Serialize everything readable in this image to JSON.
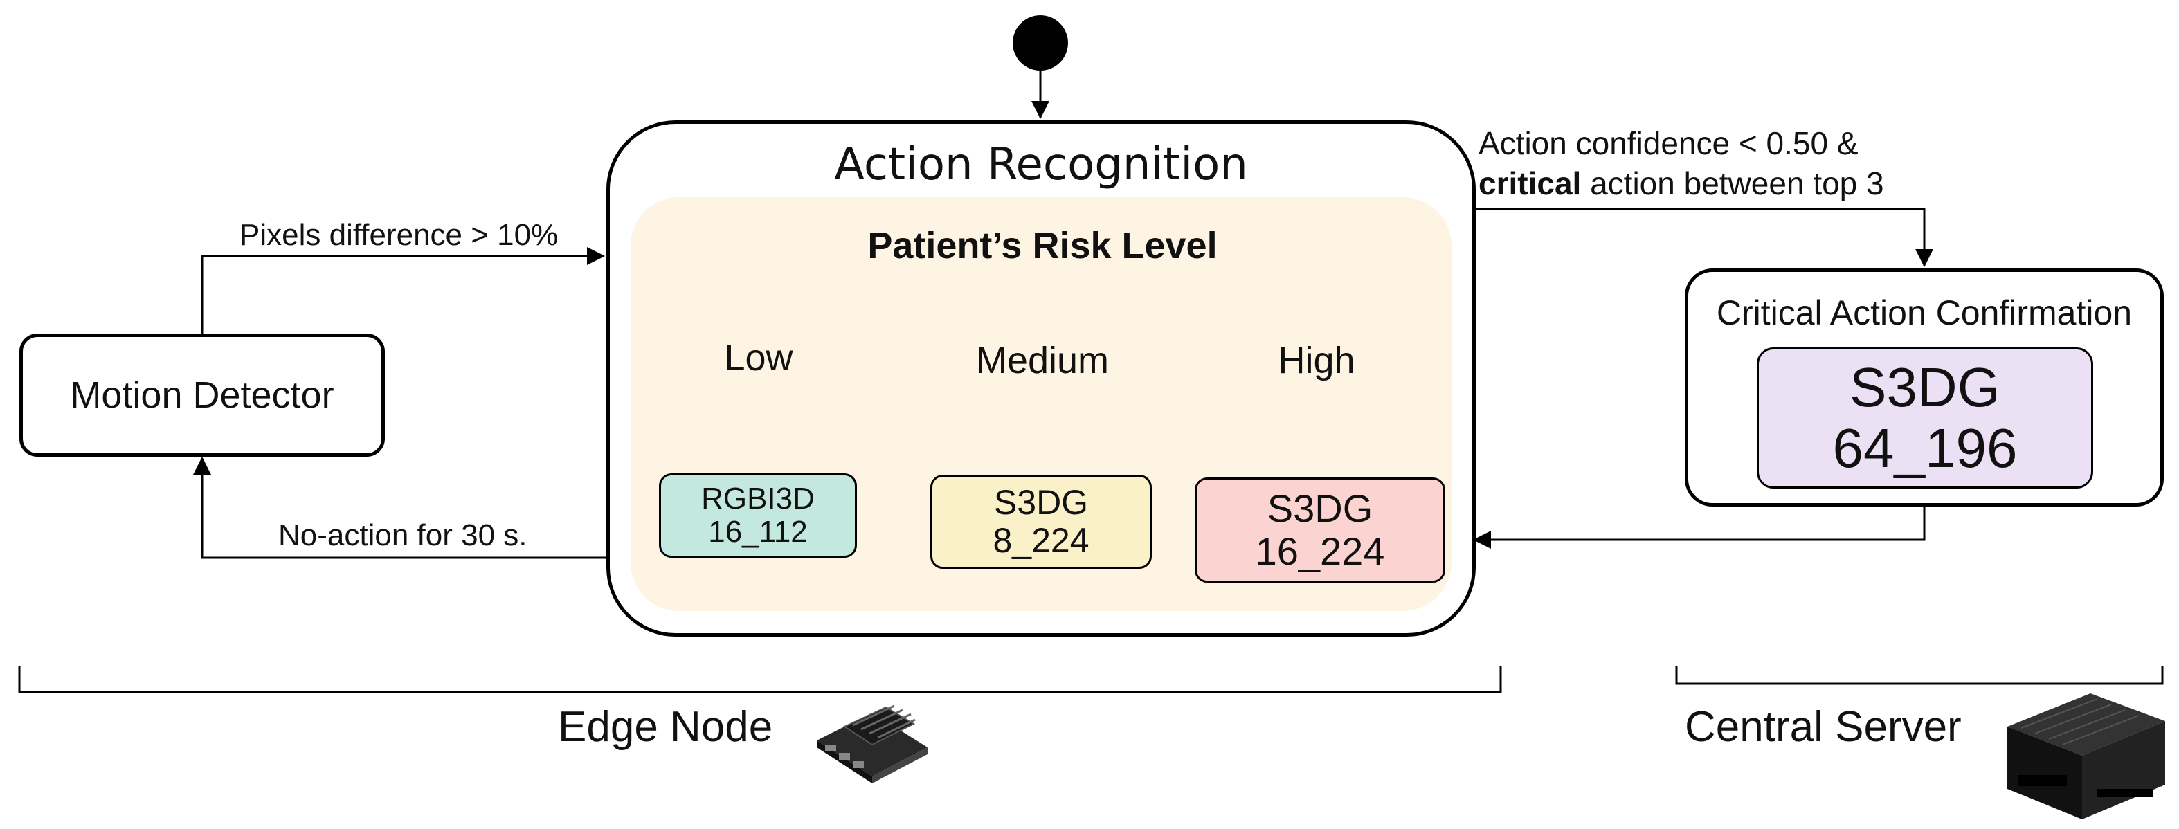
{
  "main": {
    "title": "Action Recognition",
    "risk_title": "Patient’s Risk Level",
    "levels": [
      {
        "label": "Low",
        "model_line1": "RGBI3D",
        "model_line2": "16_112",
        "color": "#c3e8de"
      },
      {
        "label": "Medium",
        "model_line1": "S3DG",
        "model_line2": "8_224",
        "color": "#fbf1c9"
      },
      {
        "label": "High",
        "model_line1": "S3DG",
        "model_line2": "16_224",
        "color": "#fbd4d2"
      }
    ],
    "panel_color": "#fdf4e3"
  },
  "motion_detector": {
    "label": "Motion Detector"
  },
  "critical": {
    "title": "Critical Action Confirmation",
    "model_line1": "S3DG",
    "model_line2": "64_196",
    "color": "#ece0f5"
  },
  "edges": {
    "pixels_difference": "Pixels difference > 10%",
    "no_action": "No-action for 30 s.",
    "confidence_line1": "Action confidence < 0.50 &",
    "confidence_bold": "critical",
    "confidence_line2_rest": " action between top 3"
  },
  "groups": {
    "edge_node": "Edge Node",
    "central_server": "Central Server"
  },
  "icons": [
    "edge-device-icon",
    "server-device-icon",
    "initial-state-icon"
  ]
}
